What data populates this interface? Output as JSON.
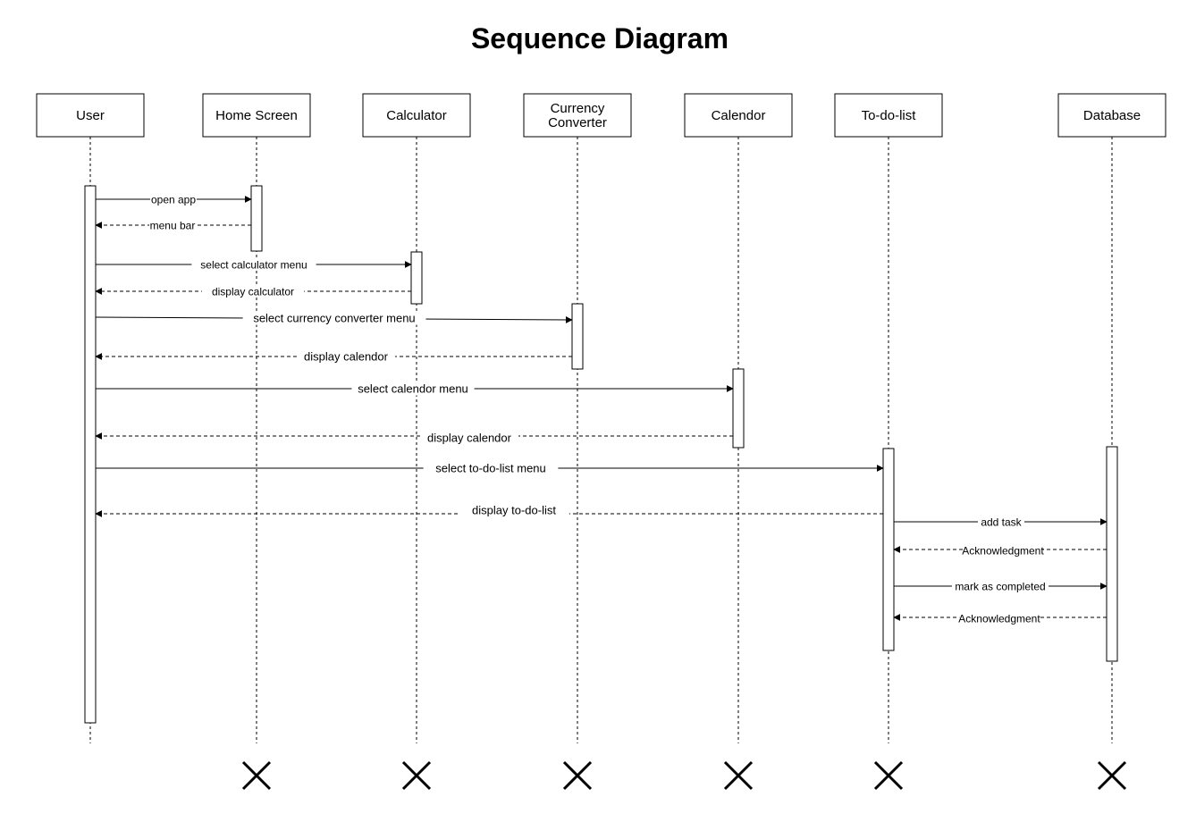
{
  "title": "Sequence Diagram",
  "participants": [
    {
      "id": "user",
      "lines": [
        "User"
      ],
      "destroyed": false
    },
    {
      "id": "home",
      "lines": [
        "Home Screen"
      ],
      "destroyed": true
    },
    {
      "id": "calc",
      "lines": [
        "Calculator"
      ],
      "destroyed": true
    },
    {
      "id": "conv",
      "lines": [
        "Currency",
        "Converter"
      ],
      "destroyed": true
    },
    {
      "id": "cal",
      "lines": [
        "Calendor"
      ],
      "destroyed": true
    },
    {
      "id": "todo",
      "lines": [
        "To-do-list"
      ],
      "destroyed": true
    },
    {
      "id": "db",
      "lines": [
        "Database"
      ],
      "destroyed": true
    }
  ],
  "messages": [
    {
      "from": "user",
      "to": "home",
      "label": "open app",
      "type": "sync"
    },
    {
      "from": "home",
      "to": "user",
      "label": "menu bar",
      "type": "return"
    },
    {
      "from": "user",
      "to": "calc",
      "label": "select calculator menu",
      "type": "sync"
    },
    {
      "from": "calc",
      "to": "user",
      "label": "display calculator",
      "type": "return"
    },
    {
      "from": "user",
      "to": "conv",
      "label": "select currency converter menu",
      "type": "sync"
    },
    {
      "from": "conv",
      "to": "user",
      "label": "display calendor",
      "type": "return"
    },
    {
      "from": "user",
      "to": "cal",
      "label": "select calendor menu",
      "type": "sync"
    },
    {
      "from": "cal",
      "to": "user",
      "label": "display calendor",
      "type": "return"
    },
    {
      "from": "user",
      "to": "todo",
      "label": "select to-do-list menu",
      "type": "sync"
    },
    {
      "from": "todo",
      "to": "user",
      "label": "display to-do-list",
      "type": "return"
    },
    {
      "from": "todo",
      "to": "db",
      "label": "add task",
      "type": "sync"
    },
    {
      "from": "db",
      "to": "todo",
      "label": "Acknowledgment",
      "type": "return"
    },
    {
      "from": "todo",
      "to": "db",
      "label": "mark as completed",
      "type": "sync"
    },
    {
      "from": "db",
      "to": "todo",
      "label": "Acknowledgment",
      "type": "return"
    }
  ]
}
